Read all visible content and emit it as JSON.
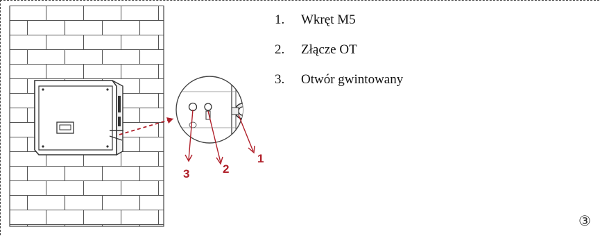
{
  "legend": [
    {
      "number": "1.",
      "text": "Wkręt M5"
    },
    {
      "number": "2.",
      "text": "Złącze OT"
    },
    {
      "number": "3.",
      "text": "Otwór gwintowany"
    }
  ],
  "callouts": {
    "one": "1",
    "two": "2",
    "three": "3"
  },
  "step_marker": "③",
  "colors": {
    "callout": "#b0202a",
    "line": "#333333",
    "frame": "#444444"
  }
}
